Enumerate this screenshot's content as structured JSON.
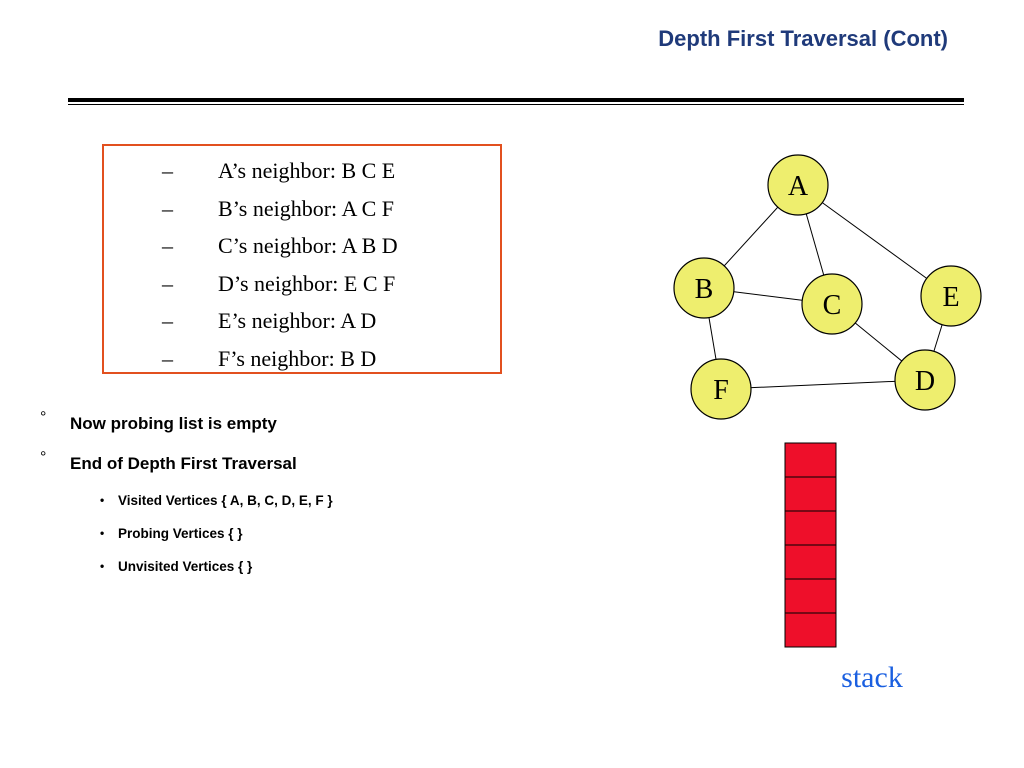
{
  "slide": {
    "title": "Depth First Traversal (Cont)"
  },
  "neighbors": [
    {
      "dash": "–",
      "text": "A’s neighbor: B C E"
    },
    {
      "dash": "–",
      "text": "B’s neighbor: A C F"
    },
    {
      "dash": "–",
      "text": "C’s neighbor: A B D"
    },
    {
      "dash": "–",
      "text": "D’s neighbor: E C F"
    },
    {
      "dash": "–",
      "text": "E’s neighbor: A D"
    },
    {
      "dash": "–",
      "text": "F’s neighbor: B D"
    }
  ],
  "bullets": {
    "level1_marker": "°",
    "level2_marker": "•",
    "probing_empty": "Now probing list is empty",
    "end": "End of Depth First Traversal",
    "visited": "Visited Vertices  { A, B, C, D, E, F }",
    "probing": "Probing Vertices { }",
    "unvisited": "Unvisited Vertices { }"
  },
  "graph": {
    "node_fill": "#eeee6e",
    "node_stroke": "#000000",
    "nodes": [
      "A",
      "B",
      "C",
      "D",
      "E",
      "F"
    ],
    "edges": [
      [
        "A",
        "B"
      ],
      [
        "A",
        "C"
      ],
      [
        "A",
        "E"
      ],
      [
        "B",
        "C"
      ],
      [
        "B",
        "F"
      ],
      [
        "C",
        "D"
      ],
      [
        "D",
        "E"
      ],
      [
        "D",
        "F"
      ]
    ]
  },
  "stack": {
    "label": "stack",
    "label_color": "#1a5fe0",
    "cell_fill": "#ee0f2a",
    "cell_count": 6
  }
}
